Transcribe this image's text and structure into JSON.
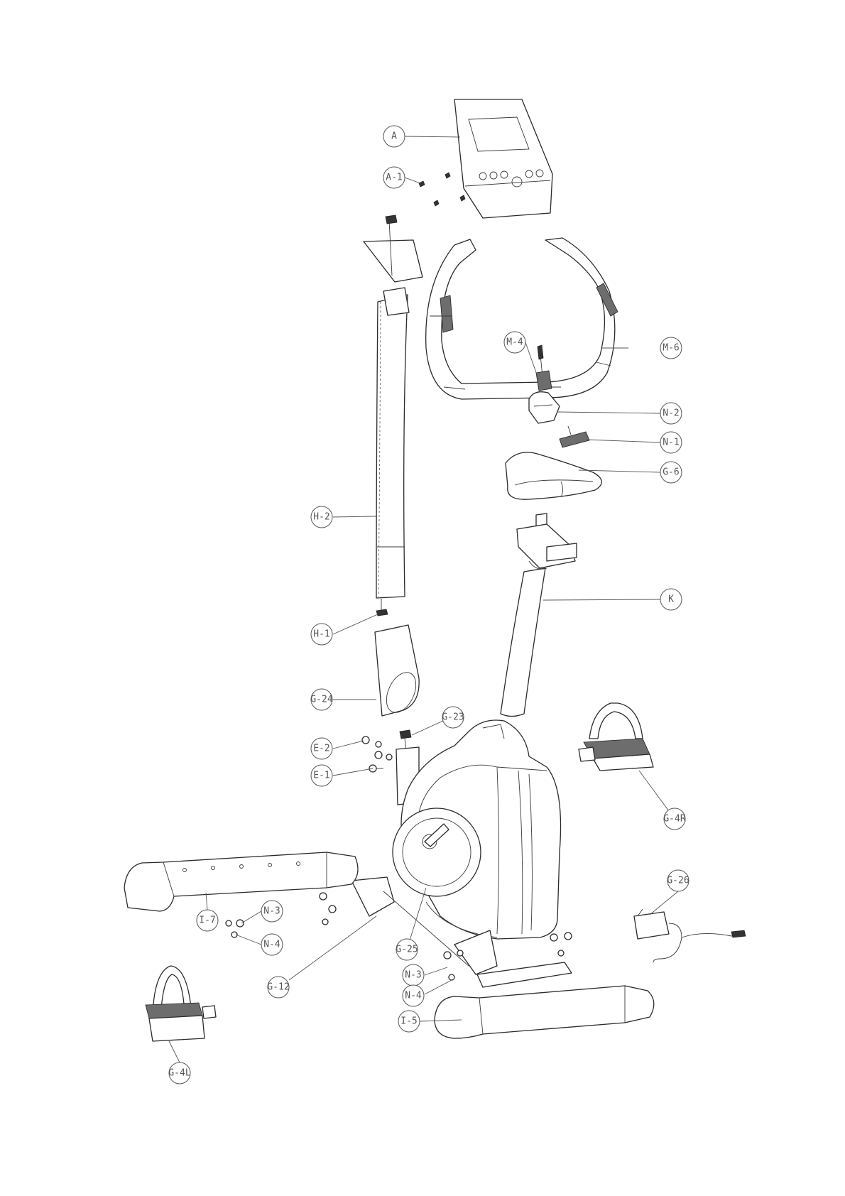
{
  "callouts": {
    "a": "A",
    "a1": "A-1",
    "m4": "M-4",
    "m6": "M-6",
    "n2": "N-2",
    "n1": "N-1",
    "g6": "G-6",
    "h2": "H-2",
    "k": "K",
    "h1": "H-1",
    "g24": "G-24",
    "g23": "G-23",
    "e2": "E-2",
    "e1": "E-1",
    "g4r": "G-4R",
    "g26": "G-26",
    "i7": "I-7",
    "n3a": "N-3",
    "n4a": "N-4",
    "g12": "G-12",
    "g25": "G-25",
    "n3b": "N-3",
    "n4b": "N-4",
    "i5": "I-5",
    "g4l": "G-4L"
  }
}
